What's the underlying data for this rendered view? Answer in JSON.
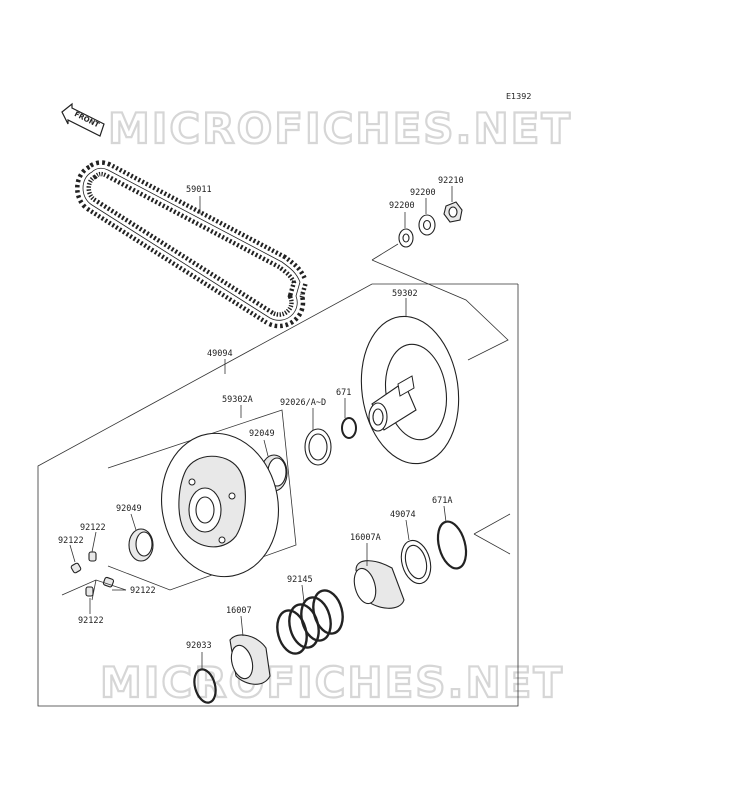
{
  "diagram": {
    "code": "E1392",
    "front_label": "FRONT",
    "watermark_top": "MICROFICHES.NET",
    "watermark_bottom": "MICROFICHES.NET",
    "parts": [
      {
        "id": "59011",
        "label": "59011"
      },
      {
        "id": "92210",
        "label": "92210"
      },
      {
        "id": "92200a",
        "label": "92200"
      },
      {
        "id": "92200b",
        "label": "92200"
      },
      {
        "id": "59302",
        "label": "59302"
      },
      {
        "id": "49094",
        "label": "49094"
      },
      {
        "id": "671",
        "label": "671"
      },
      {
        "id": "92026",
        "label": "92026/A~D"
      },
      {
        "id": "59302A",
        "label": "59302A"
      },
      {
        "id": "92049a",
        "label": "92049"
      },
      {
        "id": "92049b",
        "label": "92049"
      },
      {
        "id": "92122a",
        "label": "92122"
      },
      {
        "id": "92122b",
        "label": "92122"
      },
      {
        "id": "92122c",
        "label": "92122"
      },
      {
        "id": "92122d",
        "label": "92122"
      },
      {
        "id": "671A",
        "label": "671A"
      },
      {
        "id": "49074",
        "label": "49074"
      },
      {
        "id": "16007A",
        "label": "16007A"
      },
      {
        "id": "92145",
        "label": "92145"
      },
      {
        "id": "16007",
        "label": "16007"
      },
      {
        "id": "92033",
        "label": "92033"
      }
    ]
  }
}
